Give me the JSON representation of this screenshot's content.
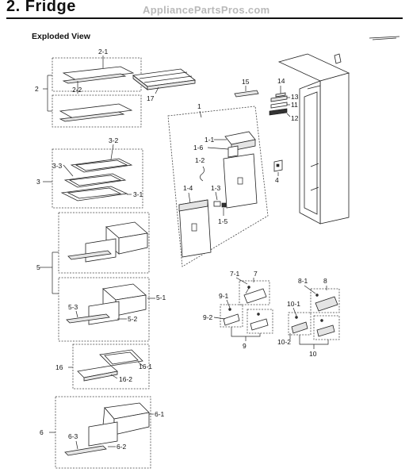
{
  "header": {
    "title": "2. Fridge",
    "watermark": "AppliancePartsPros.com",
    "subtitle": "Exploded View"
  },
  "labels": {
    "l2": "2",
    "l2_1": "2-1",
    "l2_2": "2-2",
    "l17": "17",
    "l3": "3",
    "l3_1": "3-1",
    "l3_2": "3-2",
    "l3_3": "3-3",
    "l5": "5",
    "l5_1": "5-1",
    "l5_2": "5-2",
    "l5_3": "5-3",
    "l16": "16",
    "l16_1": "16-1",
    "l16_2": "16-2",
    "l6": "6",
    "l6_1": "6-1",
    "l6_2": "6-2",
    "l6_3": "6-3",
    "l1": "1",
    "l1_1": "1-1",
    "l1_2": "1-2",
    "l1_3": "1-3",
    "l1_4": "1-4",
    "l1_5": "1-5",
    "l1_6": "1-6",
    "l15": "15",
    "l14": "14",
    "l13": "13",
    "l11": "11",
    "l12": "12",
    "l4": "4",
    "l7": "7",
    "l7_1": "7-1",
    "l9": "9",
    "l9_1": "9-1",
    "l9_2": "9-2",
    "l8": "8",
    "l8_1": "8-1",
    "l10": "10",
    "l10_1": "10-1",
    "l10_2": "10-2"
  }
}
